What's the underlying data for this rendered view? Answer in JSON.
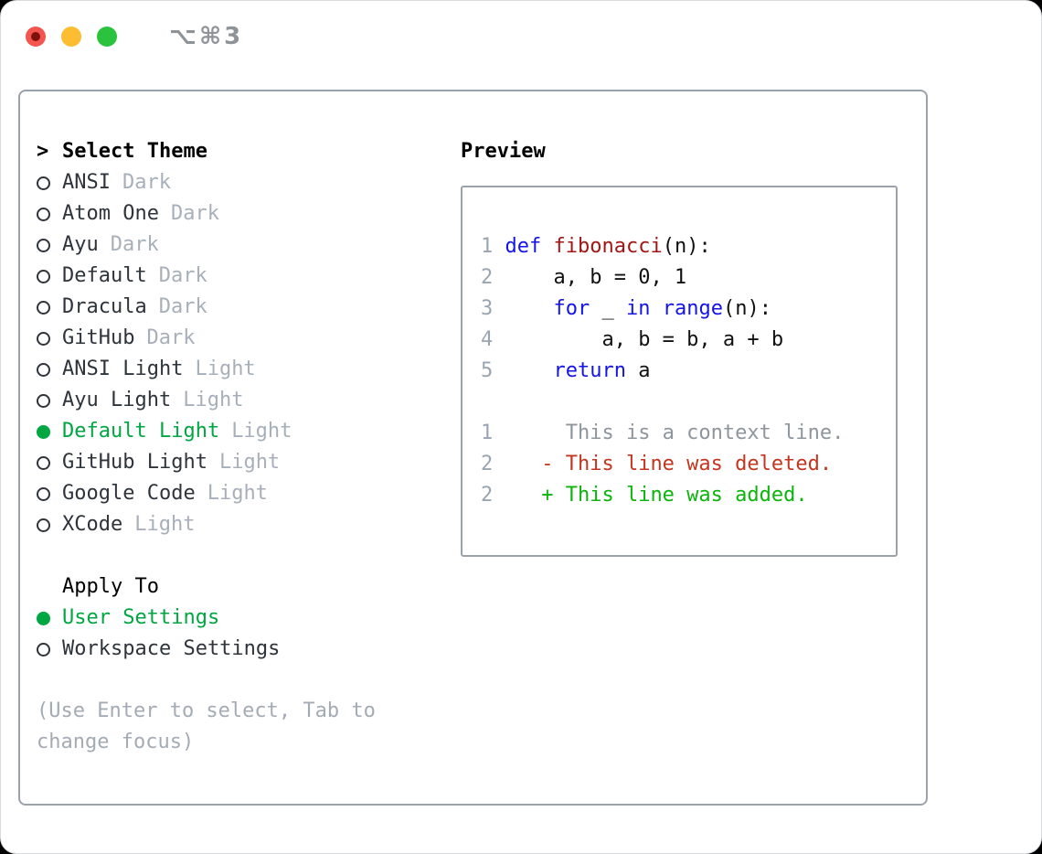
{
  "window": {
    "shortcut": "⌥⌘3",
    "traffic_lights": [
      {
        "name": "close-button"
      },
      {
        "name": "minimize-button"
      },
      {
        "name": "zoom-button"
      }
    ]
  },
  "colors": {
    "accent_green": "#00a642",
    "keyword": "#1414e8",
    "function": "#a31515",
    "added": "#0bb50b",
    "deleted": "#c3351f",
    "context": "#8d959d",
    "line_number": "#9aa5b1",
    "tag_gray": "#a7b0ba",
    "hint_gray": "#a3abb4",
    "text_dark": "#2e343b",
    "border_gray": "#9aa2ac",
    "shortcut_gray": "#8e9398",
    "light_red": "#f4564f",
    "light_red_dot": "#7c120b",
    "light_yellow": "#fcbd30",
    "light_green": "#2bc23e"
  },
  "theme_picker": {
    "prompt": ">",
    "title": "Select Theme",
    "themes": [
      {
        "name": "ANSI",
        "tag": "Dark",
        "selected": false
      },
      {
        "name": "Atom One",
        "tag": "Dark",
        "selected": false
      },
      {
        "name": "Ayu",
        "tag": "Dark",
        "selected": false
      },
      {
        "name": "Default",
        "tag": "Dark",
        "selected": false
      },
      {
        "name": "Dracula",
        "tag": "Dark",
        "selected": false
      },
      {
        "name": "GitHub",
        "tag": "Dark",
        "selected": false
      },
      {
        "name": "ANSI Light",
        "tag": "Light",
        "selected": false
      },
      {
        "name": "Ayu Light",
        "tag": "Light",
        "selected": false
      },
      {
        "name": "Default Light",
        "tag": "Light",
        "selected": true
      },
      {
        "name": "GitHub Light",
        "tag": "Light",
        "selected": false
      },
      {
        "name": "Google Code",
        "tag": "Light",
        "selected": false
      },
      {
        "name": "XCode",
        "tag": "Light",
        "selected": false
      }
    ],
    "apply_to": {
      "title": "Apply To",
      "options": [
        {
          "label": "User Settings",
          "selected": true
        },
        {
          "label": "Workspace Settings",
          "selected": false
        }
      ]
    },
    "hint": "(Use Enter to select, Tab to change focus)"
  },
  "preview": {
    "title": "Preview",
    "code_lines": [
      {
        "num": "1",
        "tokens": [
          {
            "t": "def",
            "c": "keyword"
          },
          {
            "t": " "
          },
          {
            "t": "fibonacci",
            "c": "function"
          },
          {
            "t": "(n):"
          }
        ]
      },
      {
        "num": "2",
        "tokens": [
          {
            "t": "    a, b = 0, 1"
          }
        ]
      },
      {
        "num": "3",
        "tokens": [
          {
            "t": "    "
          },
          {
            "t": "for",
            "c": "keyword"
          },
          {
            "t": " _ "
          },
          {
            "t": "in",
            "c": "keyword"
          },
          {
            "t": " "
          },
          {
            "t": "range",
            "c": "keyword"
          },
          {
            "t": "(n):"
          }
        ]
      },
      {
        "num": "4",
        "tokens": [
          {
            "t": "        a, b = b, a + b"
          }
        ]
      },
      {
        "num": "5",
        "tokens": [
          {
            "t": "    "
          },
          {
            "t": "return",
            "c": "keyword"
          },
          {
            "t": " a"
          }
        ]
      }
    ],
    "diff_lines": [
      {
        "num": "1",
        "marker": " ",
        "text": "This is a context line.",
        "kind": "context"
      },
      {
        "num": "2",
        "marker": "-",
        "text": "This line was deleted.",
        "kind": "deleted"
      },
      {
        "num": "2",
        "marker": "+",
        "text": "This line was added.",
        "kind": "added"
      }
    ]
  }
}
